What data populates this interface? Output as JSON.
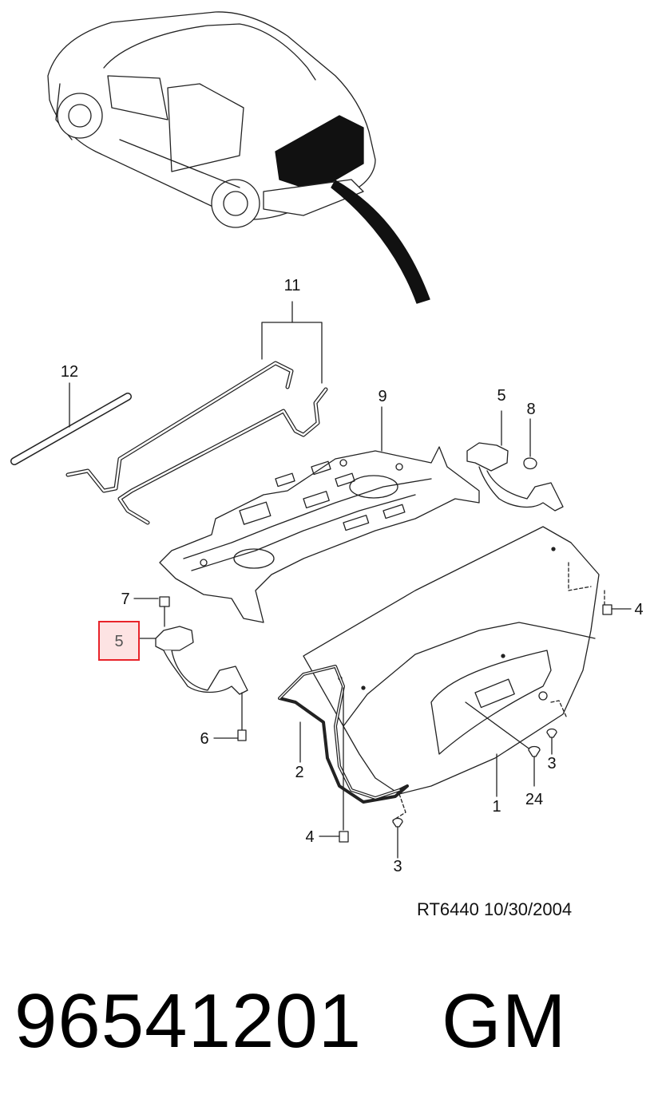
{
  "callouts": {
    "c11": "11",
    "c12": "12",
    "c9": "9",
    "c5_top": "5",
    "c8": "8",
    "c7": "7",
    "c5_box": "5",
    "c4_right": "4",
    "c6": "6",
    "c2": "2",
    "c1": "1",
    "c24": "24",
    "c3_right": "3",
    "c4_bottom": "4",
    "c3_bottom": "3"
  },
  "drawing_ref": "RT6440  10/30/2004",
  "part_number": "96541201",
  "brand": "GM",
  "colors": {
    "highlight": "#e8232a",
    "highlight_fill": "#fde3e3",
    "line": "#222222"
  }
}
